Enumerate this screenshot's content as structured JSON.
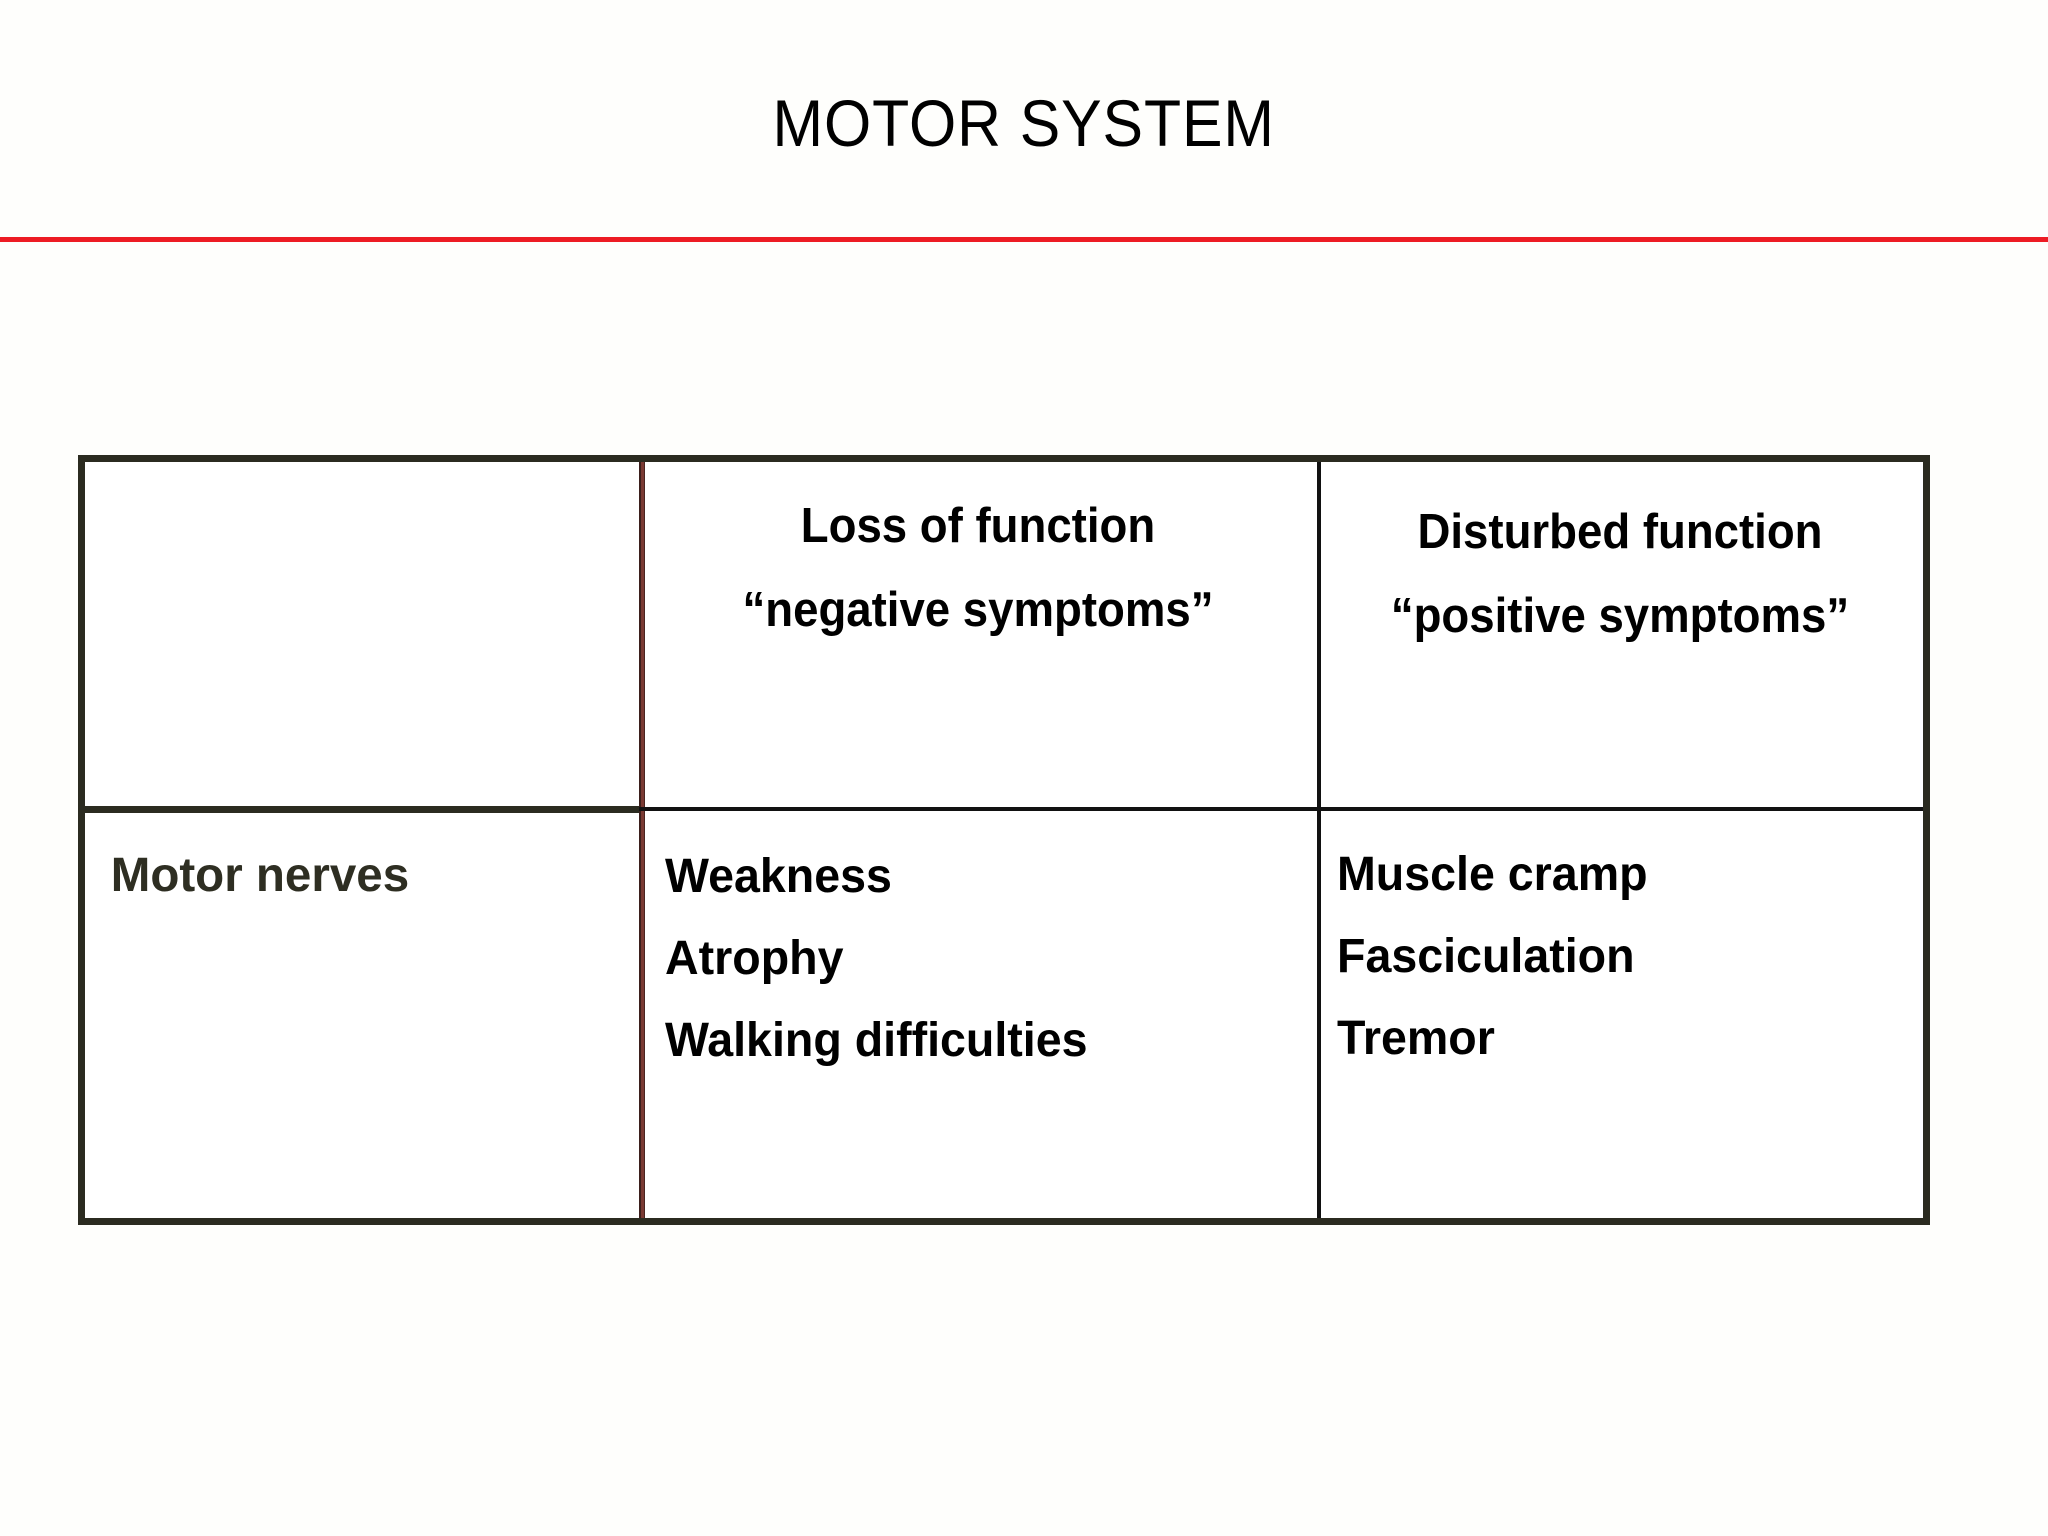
{
  "slide": {
    "title": "MOTOR SYSTEM",
    "rule_color": "#ed1c24",
    "background_color": "#fefefc"
  },
  "table": {
    "border_color": "#2b2b20",
    "divider_maroon_color": "#7a3a33",
    "divider_black_color": "#111111",
    "label_color": "#2e2e22",
    "columns": [
      {
        "key": "category",
        "header_line1": "",
        "header_line2": ""
      },
      {
        "key": "negative",
        "header_line1": "Loss of function",
        "header_line2": "“negative symptoms”"
      },
      {
        "key": "positive",
        "header_line1": "Disturbed function",
        "header_line2": "“positive symptoms”"
      }
    ],
    "rows": [
      {
        "label": "Motor nerves",
        "negative": [
          "Weakness",
          "Atrophy",
          "Walking difficulties"
        ],
        "positive": [
          "Muscle cramp",
          "Fasciculation",
          "Tremor"
        ]
      }
    ]
  }
}
